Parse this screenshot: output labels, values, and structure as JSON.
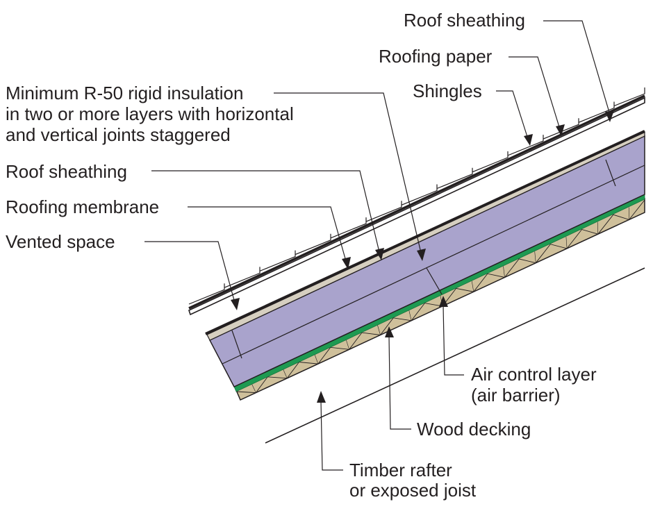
{
  "diagram": {
    "labels": {
      "roof_sheathing_top": "Roof sheathing",
      "roofing_paper": "Roofing paper",
      "shingles": "Shingles",
      "insulation_line1": "Minimum R-50 rigid insulation",
      "insulation_line2": "in two or more layers with horizontal",
      "insulation_line3": "and vertical joints staggered",
      "roof_sheathing_lower": "Roof sheathing",
      "roofing_membrane": "Roofing membrane",
      "vented_space": "Vented space",
      "air_control_line1": "Air control layer",
      "air_control_line2": "(air barrier)",
      "wood_decking": "Wood decking",
      "rafter_line1": "Timber rafter",
      "rafter_line2": "or exposed joist"
    },
    "colors": {
      "insulation": "#a9a3cc",
      "sheathing": "#d6cfc0",
      "air_barrier": "#1e9a52",
      "decking": "#cfc09b",
      "line": "#231f20"
    }
  }
}
